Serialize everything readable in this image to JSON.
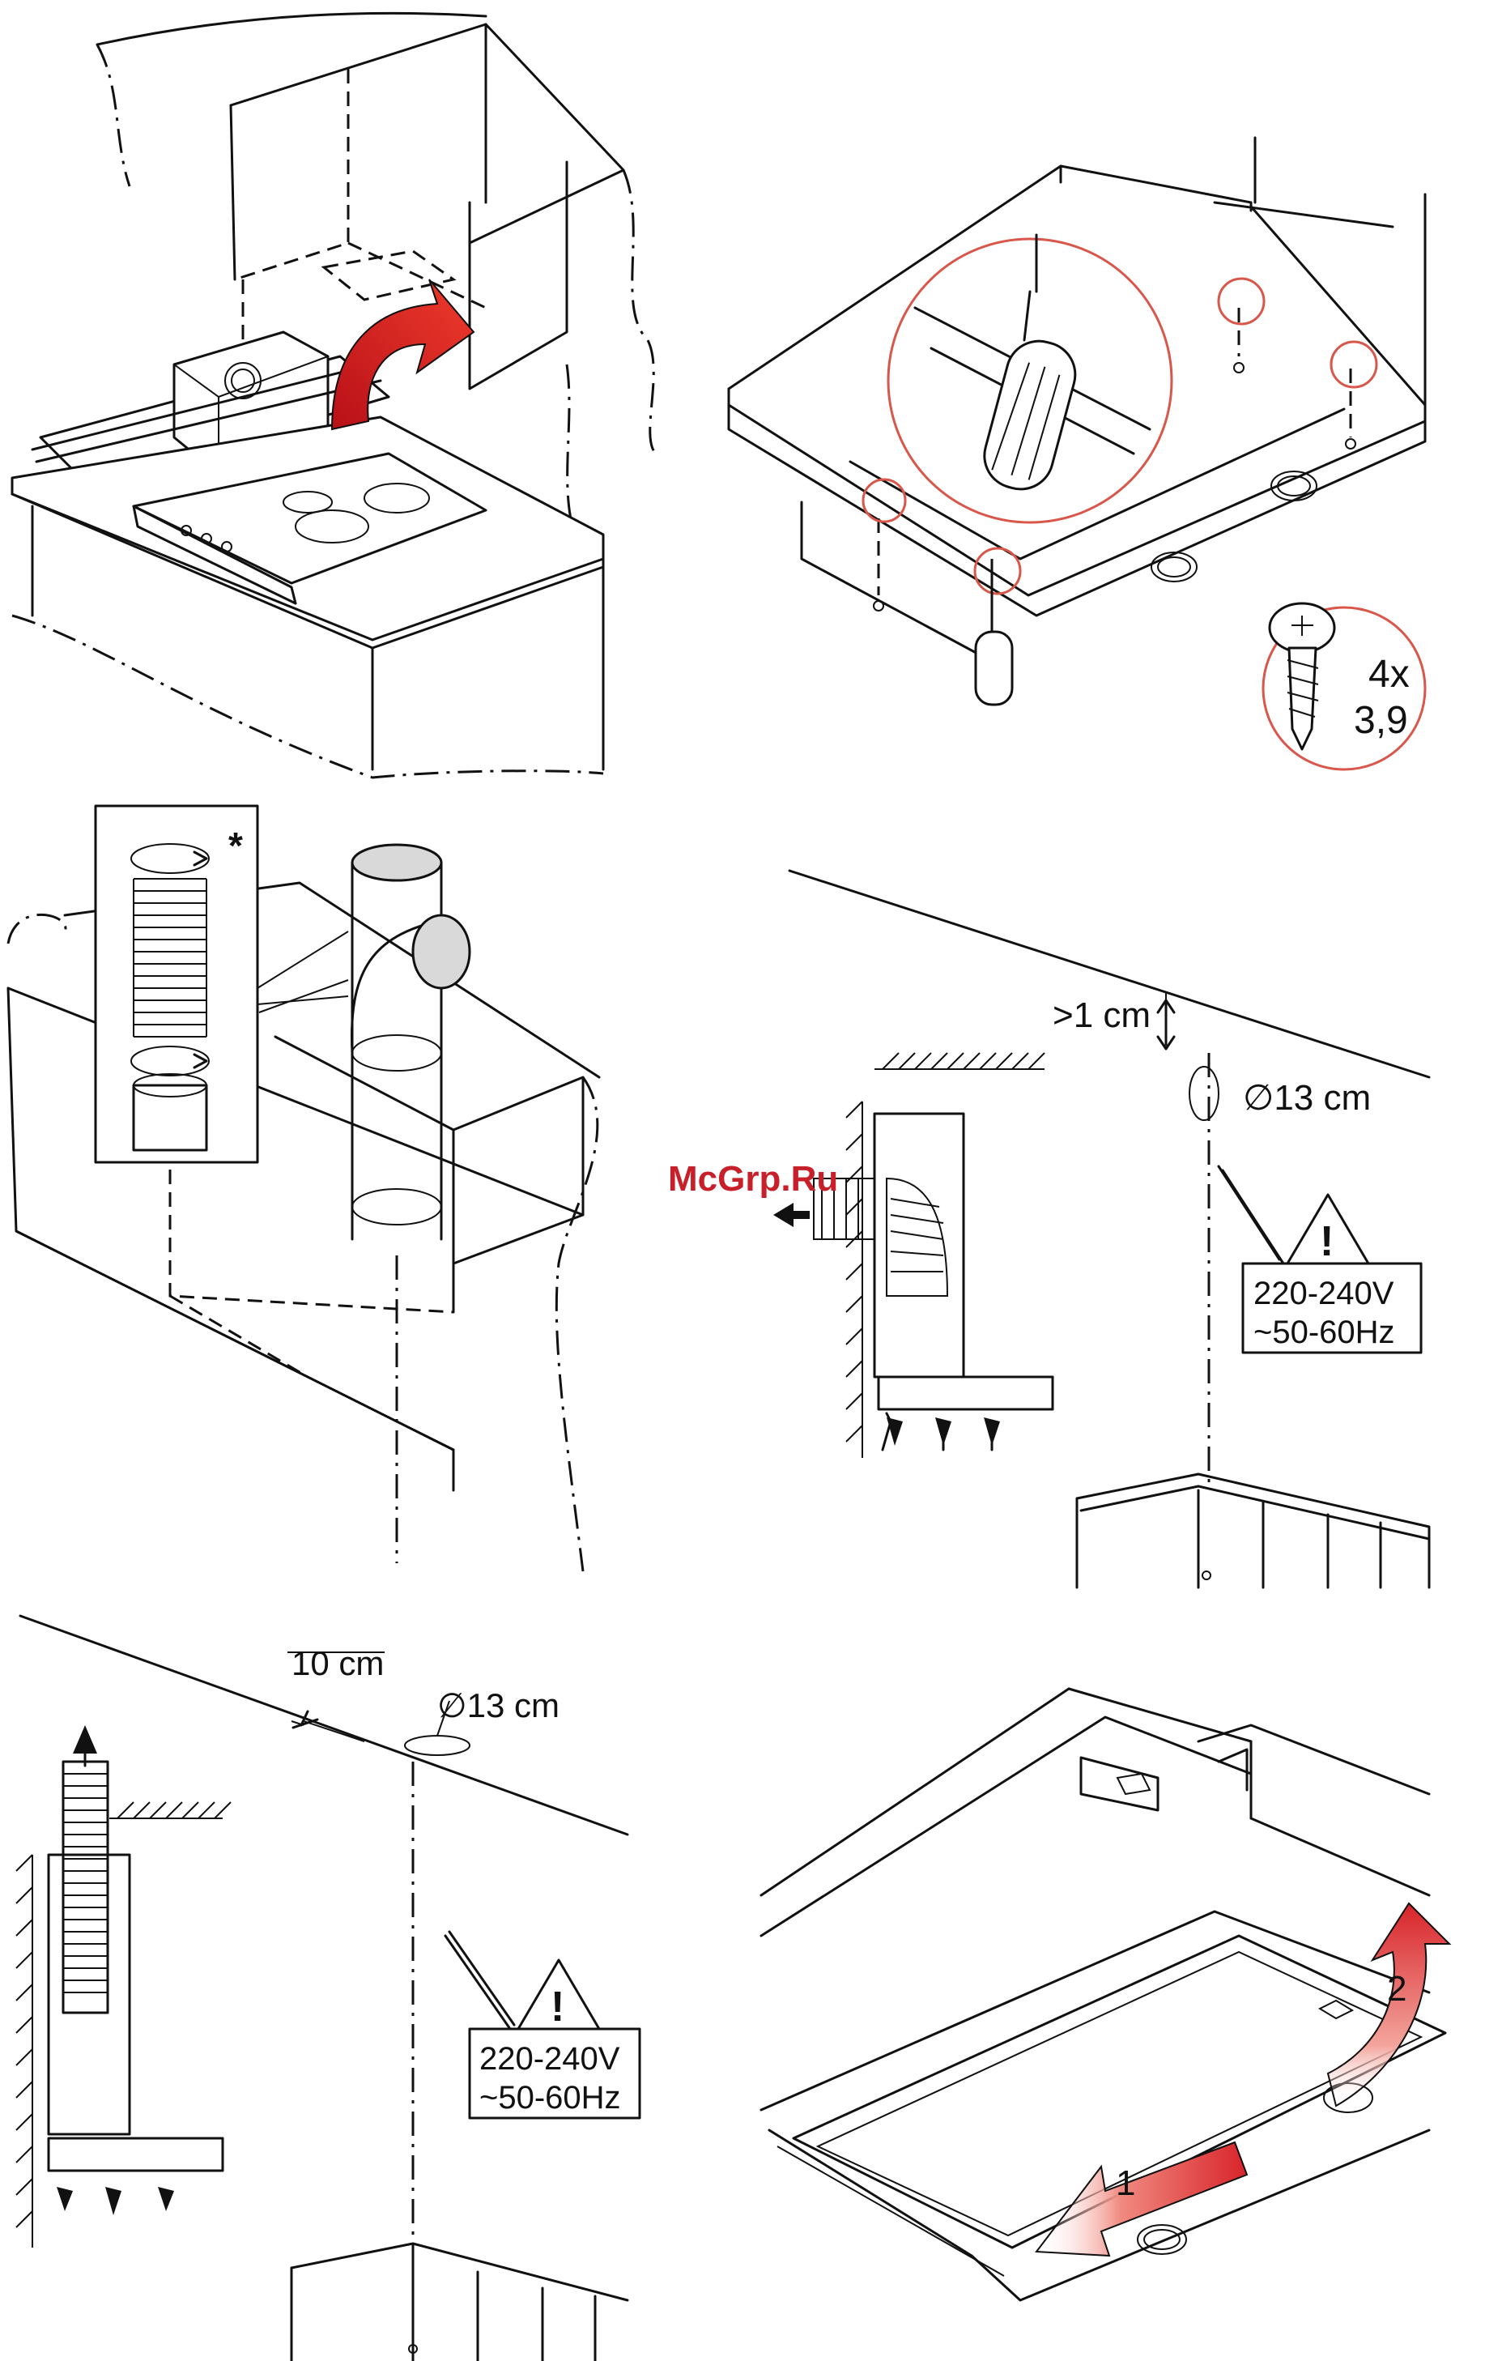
{
  "watermark": "McGrp.Ru",
  "panel_screws": {
    "count_label": "4x",
    "size_label": "3,9"
  },
  "panel_flexible_duct": {
    "note_marker": "*"
  },
  "panel_wall_clearance": {
    "gap_label": ">1 cm",
    "diameter_label": "∅13 cm",
    "voltage_label": "220-240V",
    "frequency_label": "~50-60Hz"
  },
  "panel_ceiling_clearance": {
    "offset_label": "10 cm",
    "diameter_label": "∅13 cm",
    "voltage_label": "220-240V",
    "frequency_label": "~50-60Hz"
  },
  "panel_filter_removal": {
    "step_1": "1",
    "step_2": "2"
  },
  "colors": {
    "arrow_red": "#d8242a",
    "callout_ring": "#d9574a",
    "watermark": "#c8202a",
    "duct_fill": "#d9d9d9"
  }
}
